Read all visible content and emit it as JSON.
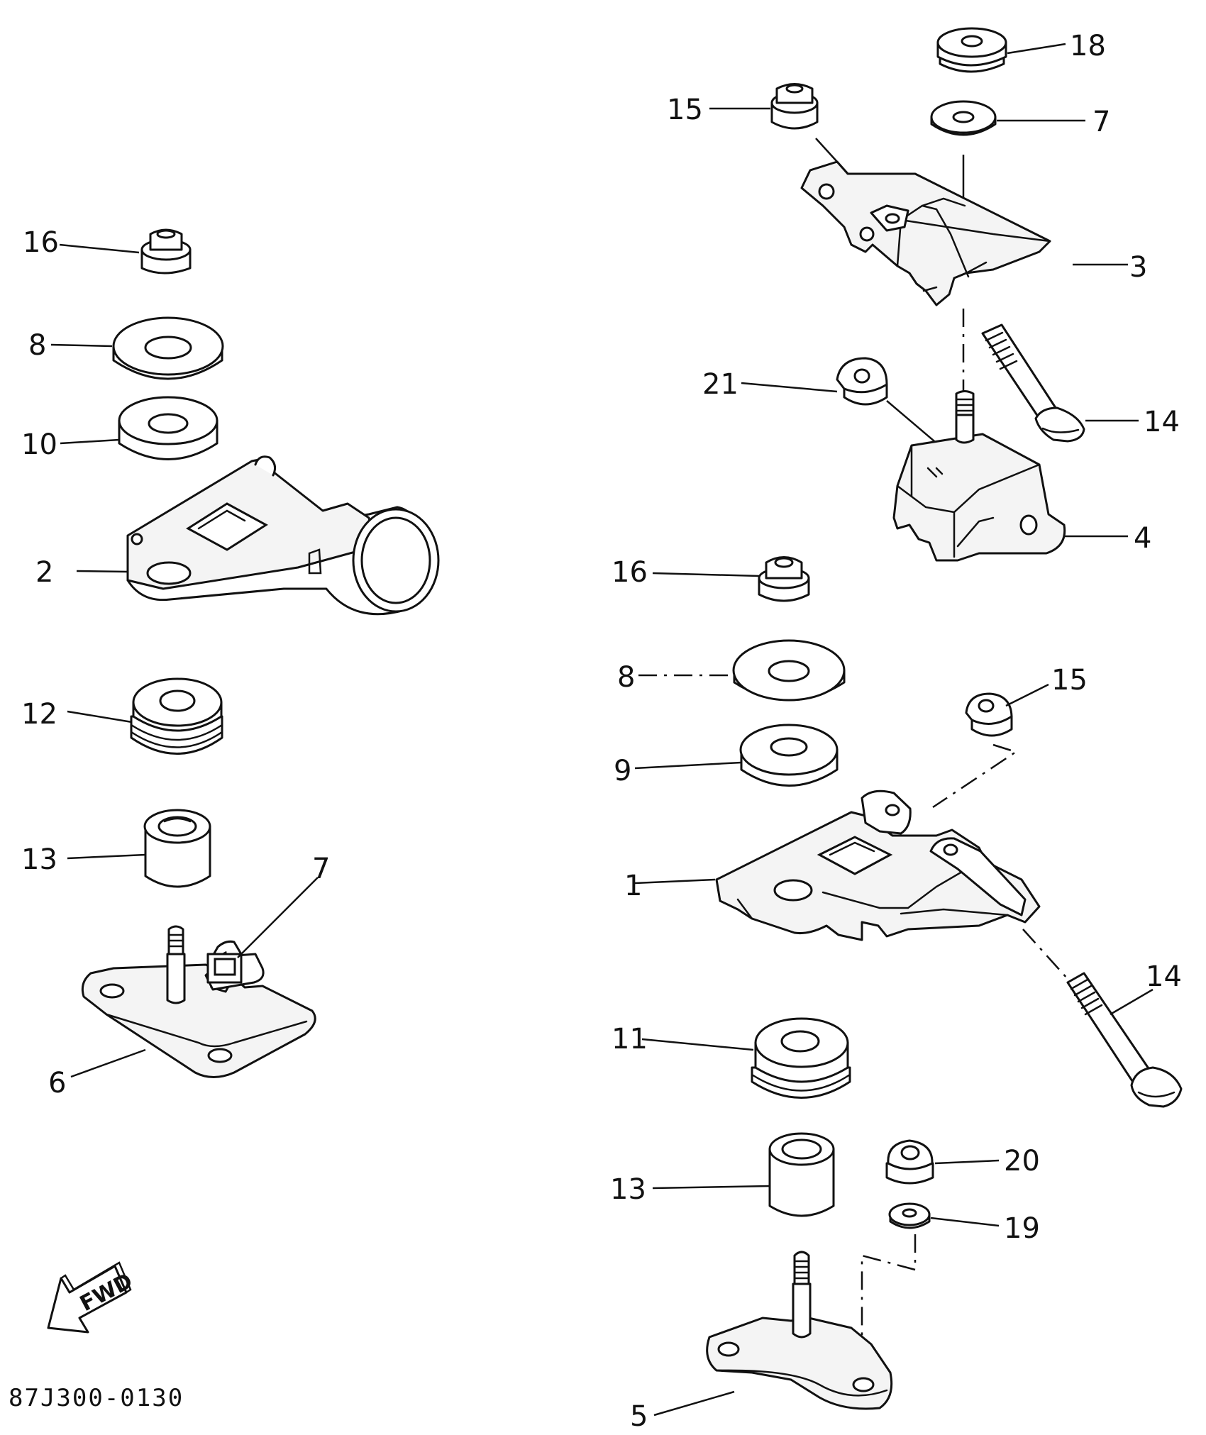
{
  "drawing_code": "87J300-0130",
  "fwd_label": "FWD",
  "callouts": {
    "c16a": "16",
    "c8a": "8",
    "c10": "10",
    "c2": "2",
    "c12": "12",
    "c13a": "13",
    "c7a": "7",
    "c6": "6",
    "c18": "18",
    "c15a": "15",
    "c7b": "7",
    "c3": "3",
    "c21": "21",
    "c14a": "14",
    "c4": "4",
    "c16b": "16",
    "c8b": "8",
    "c15b": "15",
    "c9": "9",
    "c1": "1",
    "c14b": "14",
    "c11": "11",
    "c20": "20",
    "c13b": "13",
    "c19": "19",
    "c5": "5"
  }
}
